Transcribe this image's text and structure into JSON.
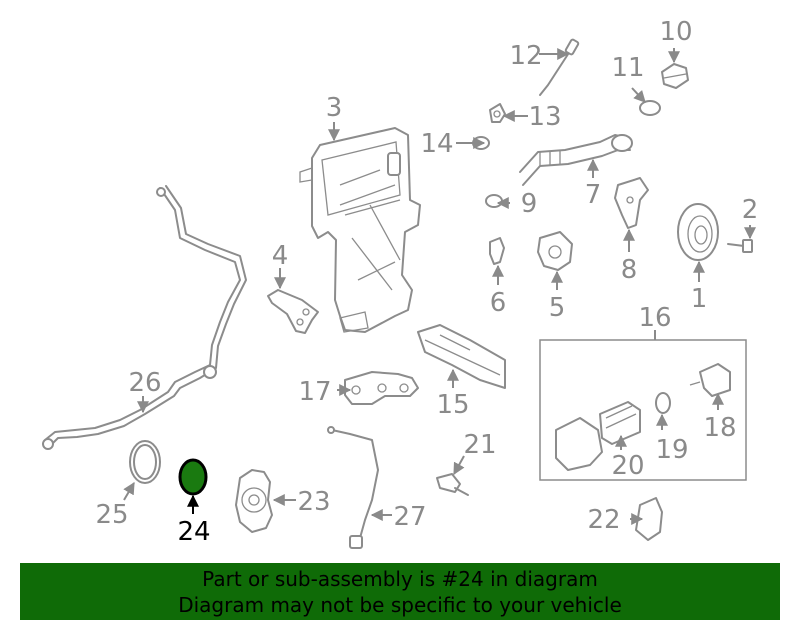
{
  "colors": {
    "line": "#8c8c8c",
    "label": "#8a8a8a",
    "highlight_fill": "#1a7a10",
    "highlight_label": "#000000",
    "banner_bg": "#0f6b07"
  },
  "labels": {
    "p1": "1",
    "p2": "2",
    "p3": "3",
    "p4": "4",
    "p5": "5",
    "p6": "6",
    "p7": "7",
    "p8": "8",
    "p9": "9",
    "p10": "10",
    "p11": "11",
    "p12": "12",
    "p13": "13",
    "p14": "14",
    "p15": "15",
    "p16": "16",
    "p17": "17",
    "p18": "18",
    "p19": "19",
    "p20": "20",
    "p21": "21",
    "p22": "22",
    "p23": "23",
    "p24": "24",
    "p25": "25",
    "p26": "26",
    "p27": "27"
  },
  "highlighted_part": "24",
  "banner": {
    "line1": "Part or sub-assembly is #24 in diagram",
    "line2": "Diagram may not be specific to your vehicle"
  }
}
